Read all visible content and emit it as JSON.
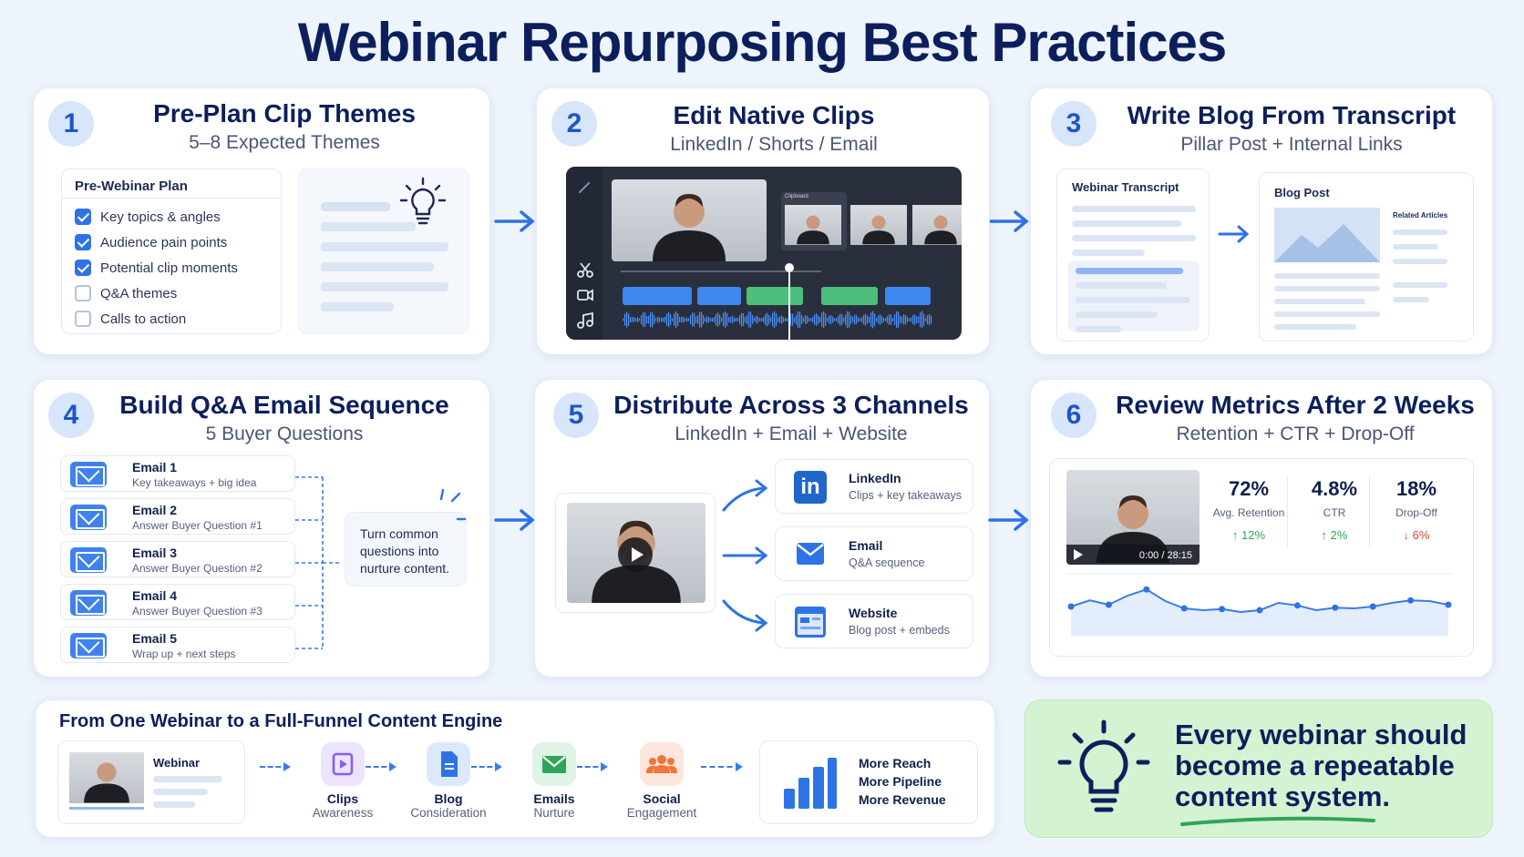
{
  "title": "Webinar Repurposing Best Practices",
  "steps": [
    {
      "num": "1",
      "title": "Pre-Plan Clip Themes",
      "subtitle": "5–8 Expected Themes"
    },
    {
      "num": "2",
      "title": "Edit Native Clips",
      "subtitle": "LinkedIn / Shorts / Email"
    },
    {
      "num": "3",
      "title": "Write Blog From Transcript",
      "subtitle": "Pillar Post + Internal Links"
    },
    {
      "num": "4",
      "title": "Build Q&A Email Sequence",
      "subtitle": "5 Buyer Questions"
    },
    {
      "num": "5",
      "title": "Distribute Across 3 Channels",
      "subtitle": "LinkedIn + Email + Website"
    },
    {
      "num": "6",
      "title": "Review Metrics After 2 Weeks",
      "subtitle": "Retention + CTR + Drop-Off"
    }
  ],
  "plan": {
    "heading": "Pre-Webinar Plan",
    "items": [
      {
        "label": "Key topics & angles",
        "checked": true
      },
      {
        "label": "Audience pain points",
        "checked": true
      },
      {
        "label": "Potential clip moments",
        "checked": true
      },
      {
        "label": "Q&A themes",
        "checked": false
      },
      {
        "label": "Calls to action",
        "checked": false
      }
    ]
  },
  "editor": {
    "clips_label": "Clipboard"
  },
  "blog": {
    "transcript_label": "Webinar Transcript",
    "post_label": "Blog Post",
    "related_label": "Related Articles"
  },
  "emails": [
    {
      "title": "Email 1",
      "desc": "Key takeaways + big idea"
    },
    {
      "title": "Email 2",
      "desc": "Answer Buyer Question #1"
    },
    {
      "title": "Email 3",
      "desc": "Answer Buyer Question #2"
    },
    {
      "title": "Email 4",
      "desc": "Answer Buyer Question #3"
    },
    {
      "title": "Email 5",
      "desc": "Wrap up + next steps"
    }
  ],
  "email_note": "Turn common questions into nurture content.",
  "channels": [
    {
      "title": "LinkedIn",
      "desc": "Clips + key takeaways",
      "icon": "linkedin-icon",
      "icon_text": "in"
    },
    {
      "title": "Email",
      "desc": "Q&A sequence",
      "icon": "mail-icon"
    },
    {
      "title": "Website",
      "desc": "Blog post + embeds",
      "icon": "browser-icon"
    }
  ],
  "metrics": {
    "player_time": "0:00 / 28:15",
    "items": [
      {
        "value": "72%",
        "label": "Avg. Retention",
        "delta": "↑ 12%",
        "color": "#2fa55a"
      },
      {
        "value": "4.8%",
        "label": "CTR",
        "delta": "↑ 2%",
        "color": "#2fa55a"
      },
      {
        "value": "18%",
        "label": "Drop-Off",
        "delta": "↓ 6%",
        "color": "#e0453a"
      }
    ],
    "trend": [
      0.45,
      0.62,
      0.5,
      0.75,
      0.92,
      0.6,
      0.4,
      0.35,
      0.38,
      0.3,
      0.35,
      0.55,
      0.48,
      0.35,
      0.42,
      0.4,
      0.45,
      0.55,
      0.62,
      0.6,
      0.5
    ]
  },
  "funnel": {
    "title": "From One Webinar to a Full-Funnel Content Engine",
    "webinar_label": "Webinar",
    "nodes": [
      {
        "label": "Clips",
        "stage": "Awareness",
        "icon": "play-icon",
        "color": "#8a5cf0",
        "bg": "#ece4fd"
      },
      {
        "label": "Blog",
        "stage": "Consideration",
        "icon": "document-icon",
        "color": "#2e73e6",
        "bg": "#dce9fd"
      },
      {
        "label": "Emails",
        "stage": "Nurture",
        "icon": "mail-icon",
        "color": "#2fa55a",
        "bg": "#dff4e6"
      },
      {
        "label": "Social",
        "stage": "Engagement",
        "icon": "people-icon",
        "color": "#f2753a",
        "bg": "#fde7dc"
      }
    ],
    "outcomes": [
      "More Reach",
      "More Pipeline",
      "More Revenue"
    ]
  },
  "callout": {
    "line1": "Every webinar should",
    "line2": "become a repeatable",
    "line3": "content system."
  },
  "colors": {
    "accent": "#2e73e6",
    "navy": "#0c1f5c",
    "callout_bg": "#d3f3d2",
    "green": "#2fa55a"
  }
}
